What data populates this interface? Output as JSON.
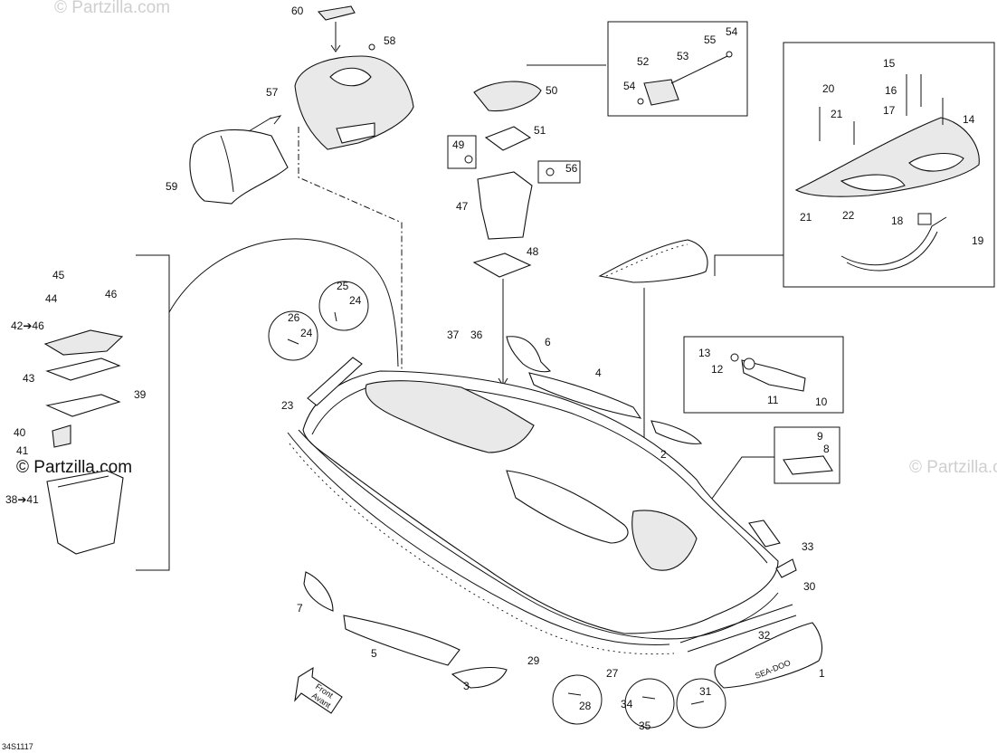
{
  "watermarks": [
    "© Partzilla.com",
    "© Partzilla.com",
    "© Partzilla.com"
  ],
  "front_arrow": {
    "line1": "Front",
    "line2": "Avant"
  },
  "hull_text": "SEA-DOO",
  "diagram_code": "34S1117",
  "labels": {
    "l1": "1",
    "l2": "2",
    "l3": "3",
    "l4": "4",
    "l5": "5",
    "l6": "6",
    "l7": "7",
    "l8": "8",
    "l9": "9",
    "l10": "10",
    "l11": "11",
    "l12": "12",
    "l13": "13",
    "l14": "14",
    "l15": "15",
    "l16": "16",
    "l17": "17",
    "l18": "18",
    "l19": "19",
    "l20": "20",
    "l21a": "21",
    "l21b": "21",
    "l22": "22",
    "l23": "23",
    "l24a": "24",
    "l24b": "24",
    "l25": "25",
    "l26": "26",
    "l27": "27",
    "l28": "28",
    "l29": "29",
    "l30": "30",
    "l31": "31",
    "l32": "32",
    "l33": "33",
    "l34": "34",
    "l35": "35",
    "l36": "36",
    "l37": "37",
    "l38": "38➔41",
    "l39": "39",
    "l40": "40",
    "l41": "41",
    "l42": "42➔46",
    "l43": "43",
    "l44": "44",
    "l45": "45",
    "l46": "46",
    "l47": "47",
    "l48": "48",
    "l49": "49",
    "l50": "50",
    "l51": "51",
    "l52": "52",
    "l53": "53",
    "l54a": "54",
    "l54b": "54",
    "l55": "55",
    "l56": "56",
    "l57": "57",
    "l58": "58",
    "l59": "59",
    "l60": "60"
  }
}
